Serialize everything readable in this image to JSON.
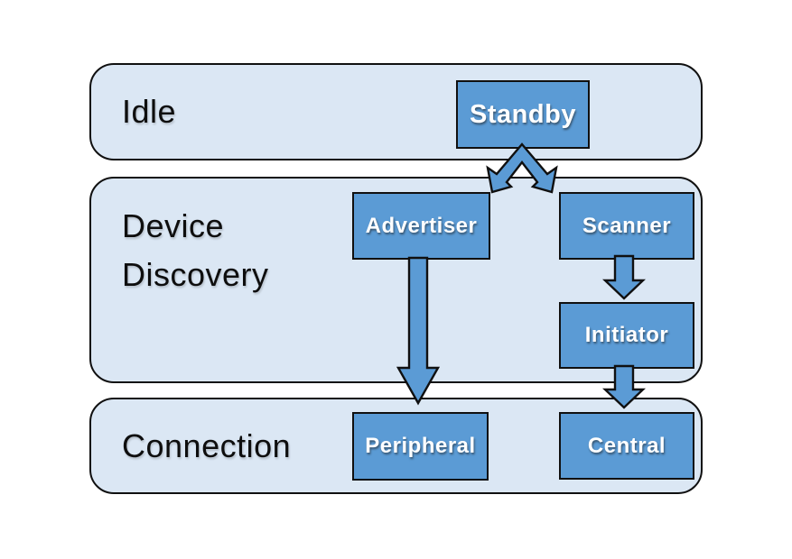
{
  "diagram": {
    "colors": {
      "background": "#ffffff",
      "band_fill": "#dbe7f4",
      "node_fill": "#5b9bd5",
      "outline": "#101010",
      "band_label_color": "#0e0e0e",
      "node_text_color": "#ffffff"
    },
    "bands": {
      "idle": {
        "label": "Idle"
      },
      "device_discovery": {
        "label": "Device Discovery"
      },
      "connection": {
        "label": "Connection"
      }
    },
    "nodes": {
      "standby": {
        "label": "Standby"
      },
      "advertiser": {
        "label": "Advertiser"
      },
      "scanner": {
        "label": "Scanner"
      },
      "initiator": {
        "label": "Initiator"
      },
      "peripheral": {
        "label": "Peripheral"
      },
      "central": {
        "label": "Central"
      }
    },
    "arrows": [
      {
        "name": "standby-discovery-bidirectional",
        "direction": "both"
      },
      {
        "name": "advertiser-to-peripheral",
        "direction": "down"
      },
      {
        "name": "scanner-to-initiator",
        "direction": "down"
      },
      {
        "name": "initiator-to-central",
        "direction": "down"
      }
    ]
  }
}
